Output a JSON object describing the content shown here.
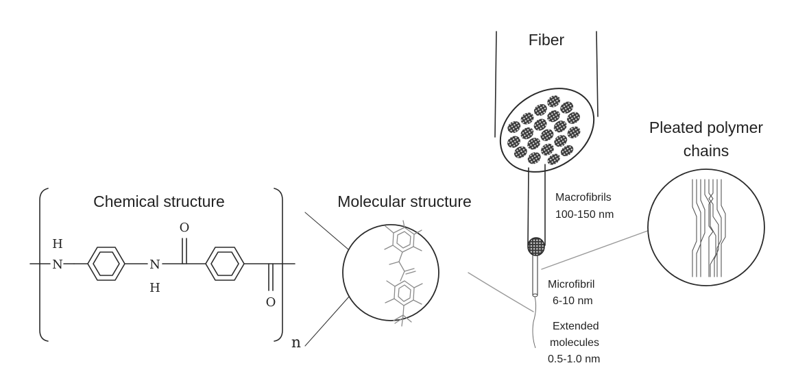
{
  "labels": {
    "chemical_structure": "Chemical structure",
    "molecular_structure": "Molecular structure",
    "fiber": "Fiber",
    "pleated_line1": "Pleated polymer",
    "pleated_line2": "chains",
    "macrofibrils_line1": "Macrofibrils",
    "macrofibrils_line2": "100-150 nm",
    "microfibril_line1": "Microfibril",
    "microfibril_line2": "6-10 nm",
    "extended_line1": "Extended",
    "extended_line2": "molecules",
    "extended_line3": "0.5-1.0 nm"
  },
  "chem": {
    "h_top": "H",
    "n_left": "N",
    "n_mid": "N",
    "h_bottom": "H",
    "o_top": "O",
    "o_bottom": "O",
    "subscript_n": "n"
  }
}
